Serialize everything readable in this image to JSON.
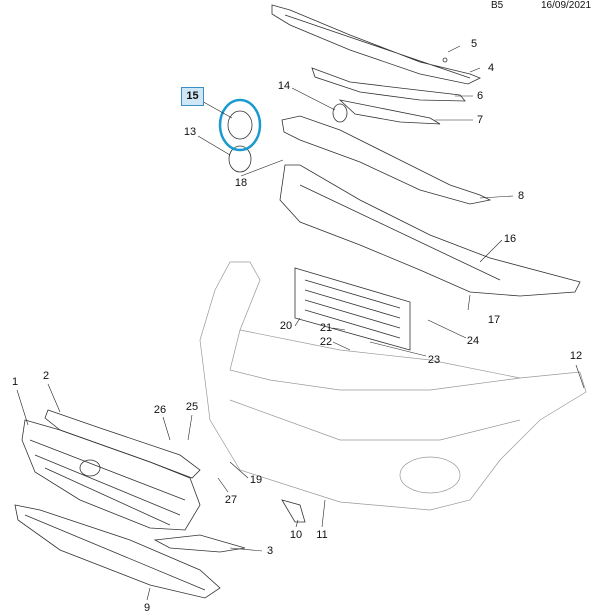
{
  "header": {
    "page_code": "B5",
    "date": "16/09/2021"
  },
  "highlighted_part": {
    "label": "15",
    "highlight_color": "#1a9ad0"
  },
  "labels": {
    "l1": "1",
    "l2": "2",
    "l3": "3",
    "l4": "4",
    "l5": "5",
    "l6": "6",
    "l7": "7",
    "l8": "8",
    "l9": "9",
    "l10": "10",
    "l11": "11",
    "l12": "12",
    "l13": "13",
    "l14": "14",
    "l16": "16",
    "l17": "17",
    "l18": "18",
    "l19": "19",
    "l20": "20",
    "l21": "21",
    "l22": "22",
    "l23": "23",
    "l24": "24",
    "l25": "25",
    "l26": "26",
    "l27": "27"
  }
}
